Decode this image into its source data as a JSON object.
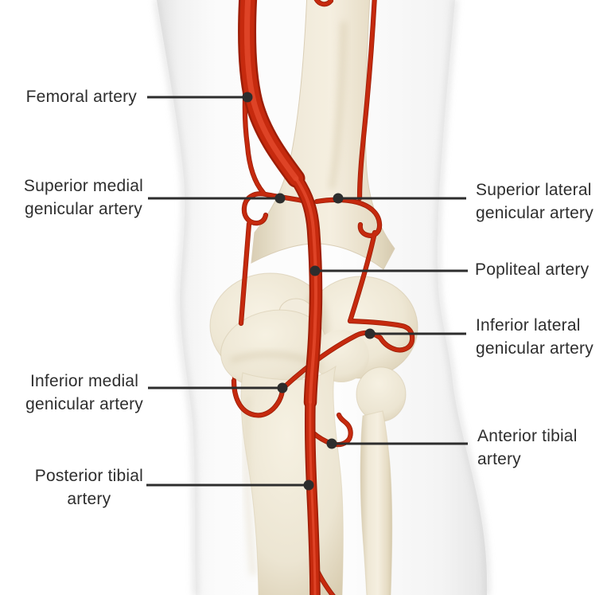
{
  "figure": {
    "type": "anatomical-illustration",
    "depicts": "Arterial supply of the knee, posterior view"
  },
  "colors": {
    "artery_red": "#c62a0e",
    "artery_shadow": "#9e1e07",
    "artery_highlight": "#e2482a",
    "bone_cream": "#efe8d6",
    "silhouette_gray": "#f3f3f3",
    "leader_line": "#2d2d2d",
    "label_text": "#2e2e2e"
  },
  "labels": {
    "femoral_artery": {
      "lines": [
        "Femoral artery"
      ]
    },
    "superior_medial_genicular_artery": {
      "lines": [
        "Superior medial",
        "genicular artery"
      ]
    },
    "inferior_medial_genicular_artery": {
      "lines": [
        "Inferior medial",
        "genicular artery"
      ]
    },
    "posterior_tibial_artery": {
      "lines": [
        "Posterior tibial",
        "artery"
      ]
    },
    "superior_lateral_genicular_artery": {
      "lines": [
        "Superior lateral",
        "genicular artery"
      ]
    },
    "popliteal_artery": {
      "lines": [
        "Popliteal artery"
      ]
    },
    "inferior_lateral_genicular_artery": {
      "lines": [
        "Inferior lateral",
        "genicular artery"
      ]
    },
    "anterior_tibial_artery": {
      "lines": [
        "Anterior tibial",
        "artery"
      ]
    }
  }
}
